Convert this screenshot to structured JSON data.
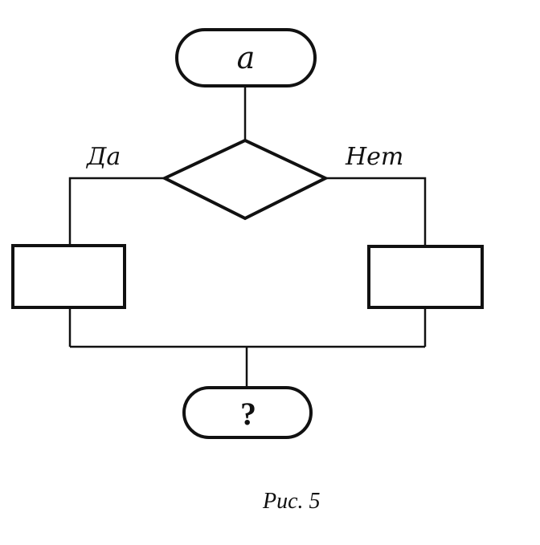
{
  "diagram": {
    "start_label": "a",
    "yes_label": "Да",
    "no_label": "Нет",
    "end_label": "?",
    "caption": "Рис. 5"
  }
}
